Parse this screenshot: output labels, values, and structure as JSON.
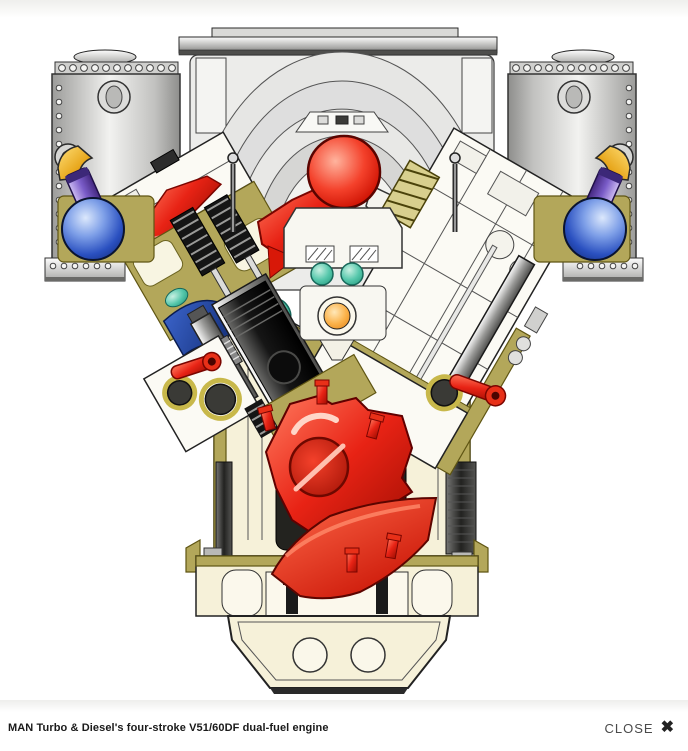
{
  "footer": {
    "caption": "MAN Turbo & Diesel's four-stroke V51/60DF dual-fuel engine",
    "close_label": "CLOSE",
    "close_icon": "✖"
  },
  "diagram": {
    "type": "engine-cross-section",
    "alt": "Cutaway cross-section of a V-type four-stroke dual-fuel engine",
    "parts": [
      "charge-air-housing",
      "air-receiver-tank-left",
      "air-receiver-tank-right",
      "blue-sphere-accumulator-left",
      "blue-sphere-accumulator-right",
      "cylinder-bank-left",
      "cylinder-bank-right",
      "piston",
      "cylinder-liner",
      "valve-springs",
      "intake-duct",
      "fuel-injector",
      "connecting-rod",
      "crankpin-big-end",
      "crankshaft-counterweight",
      "crankcase",
      "oil-pan"
    ]
  },
  "colors": {
    "red": "#e62315",
    "red_dark": "#8e0a00",
    "khaki": "#b3a75a",
    "khaki_dark": "#5f5513",
    "cream": "#f6f1d9",
    "cream_light": "#fbf8ec",
    "blue": "#2a50c0",
    "blue_duct": "#1b3f9e",
    "teal": "#2aa188",
    "orange": "#f5a02c",
    "gold": "#e8b429",
    "purple": "#7a5cc8",
    "steel": "#c9c9c7",
    "ink": "#1a1a1a",
    "paper": "#ffffff",
    "band": "#f0f0ee"
  }
}
